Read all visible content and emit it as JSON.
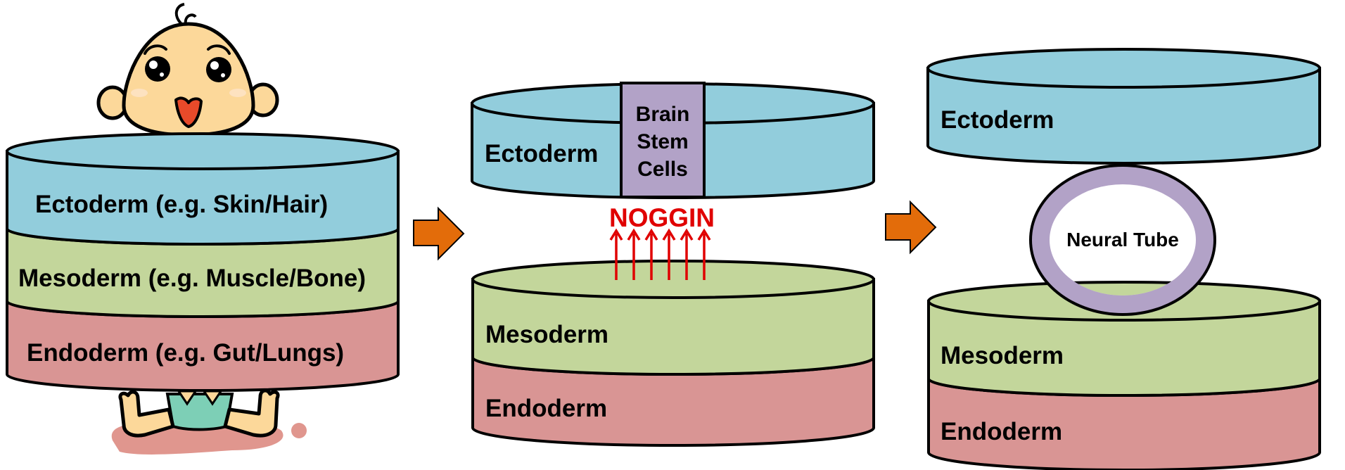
{
  "colors": {
    "ectoderm": "#92CDDC",
    "mesoderm": "#C3D69B",
    "endoderm": "#D99594",
    "brain_stem": "#B2A2C7",
    "neural_tube": "#B2A2C7",
    "arrow": "#E36C0A",
    "noggin": "#E00000",
    "outline": "#000000",
    "skin": "#FCD89A",
    "diaper": "#7DCFB6",
    "shadow": "#E0968E"
  },
  "stage1": {
    "ectoderm_label": "Ectoderm (e.g. Skin/Hair)",
    "mesoderm_label": "Mesoderm (e.g. Muscle/Bone)",
    "endoderm_label": "Endoderm (e.g. Gut/Lungs)",
    "figure": "baby-cartoon"
  },
  "stage2": {
    "ectoderm_label": "Ectoderm",
    "brain_stem_lines": [
      "Brain",
      "Stem",
      "Cells"
    ],
    "signal_label": "NOGGIN",
    "signal_arrow_count": 6,
    "mesoderm_label": "Mesoderm",
    "endoderm_label": "Endoderm"
  },
  "stage3": {
    "ectoderm_label": "Ectoderm",
    "neural_tube_label": "Neural Tube",
    "mesoderm_label": "Mesoderm",
    "endoderm_label": "Endoderm"
  },
  "transitions": [
    {
      "icon": "arrow-right-icon"
    },
    {
      "icon": "arrow-right-icon"
    }
  ]
}
